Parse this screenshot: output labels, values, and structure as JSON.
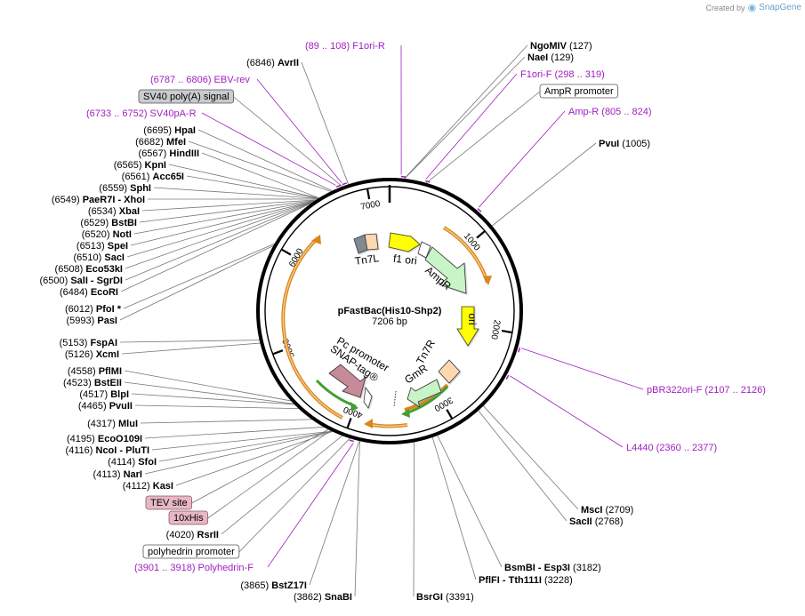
{
  "branding": {
    "created_by": "Created by",
    "logo_icon": "snapgene-logo-icon",
    "name": "SnapGene"
  },
  "plasmid": {
    "name": "pFastBac(His10-Shp2)",
    "size": "7206 bp",
    "length": 7206
  },
  "colors": {
    "primer": "#a020c0",
    "backbone": "#000000",
    "enzyme_line": "#777777",
    "orf_arrow": "#e09020",
    "f1ori": "#ffff00",
    "ampR": "#c8f5c8",
    "ori": "#ffff00",
    "gmR": "#c8f5c8",
    "snap_tag": "#c78a99",
    "tn7": "#ffd8b0",
    "sv40": "#808890",
    "green_dashed": "#40a030"
  },
  "tick_labels": [
    "1000",
    "2000",
    "3000",
    "4000",
    "5000",
    "6000",
    "7000"
  ],
  "enzymes": [
    {
      "pos": "(6846)",
      "name": "AvrII"
    },
    {
      "pos": "(127)",
      "name": "NgoMIV"
    },
    {
      "pos": "(129)",
      "name": "NaeI"
    },
    {
      "pos": "(1005)",
      "name": "PvuI"
    },
    {
      "pos": "(6695)",
      "name": "HpaI"
    },
    {
      "pos": "(6682)",
      "name": "MfeI"
    },
    {
      "pos": "(6567)",
      "name": "HindIII"
    },
    {
      "pos": "(6565)",
      "name": "KpnI"
    },
    {
      "pos": "(6561)",
      "name": "Acc65I"
    },
    {
      "pos": "(6559)",
      "name": "SphI"
    },
    {
      "pos": "(6549)",
      "name": "PaeR7I",
      "name2": "XhoI"
    },
    {
      "pos": "(6534)",
      "name": "XbaI"
    },
    {
      "pos": "(6529)",
      "name": "BstBI"
    },
    {
      "pos": "(6520)",
      "name": "NotI"
    },
    {
      "pos": "(6513)",
      "name": "SpeI"
    },
    {
      "pos": "(6510)",
      "name": "SacI"
    },
    {
      "pos": "(6508)",
      "name": "Eco53kI"
    },
    {
      "pos": "(6500)",
      "name": "SalI",
      "name2": "SgrDI"
    },
    {
      "pos": "(6484)",
      "name": "EcoRI"
    },
    {
      "pos": "(6012)",
      "name": "PfoI",
      "suffix": "*"
    },
    {
      "pos": "(5993)",
      "name": "PasI"
    },
    {
      "pos": "(5153)",
      "name": "FspAI"
    },
    {
      "pos": "(5126)",
      "name": "XcmI"
    },
    {
      "pos": "(4558)",
      "name": "PflMI"
    },
    {
      "pos": "(4523)",
      "name": "BstEII"
    },
    {
      "pos": "(4517)",
      "name": "BlpI"
    },
    {
      "pos": "(4465)",
      "name": "PvuII"
    },
    {
      "pos": "(4317)",
      "name": "MluI"
    },
    {
      "pos": "(4195)",
      "name": "EcoO109I"
    },
    {
      "pos": "(4116)",
      "name": "NcoI",
      "name2": "PluTI"
    },
    {
      "pos": "(4114)",
      "name": "SfoI"
    },
    {
      "pos": "(4113)",
      "name": "NarI"
    },
    {
      "pos": "(4112)",
      "name": "KasI"
    },
    {
      "pos": "(4020)",
      "name": "RsrII"
    },
    {
      "pos": "(3865)",
      "name": "BstZ17I"
    },
    {
      "pos": "(3862)",
      "name": "SnaBI"
    },
    {
      "pos": "(3391)",
      "name": "BsrGI"
    },
    {
      "pos": "(3182)",
      "name": "BsmBI",
      "name2": "Esp3I"
    },
    {
      "pos": "(3228)",
      "name": "PflFI",
      "name2": "Tth111I"
    },
    {
      "pos": "(2709)",
      "name": "MscI"
    },
    {
      "pos": "(2768)",
      "name": "SacII"
    }
  ],
  "primers": [
    {
      "text": "(89 .. 108)  F1ori-R"
    },
    {
      "text": "(6787 .. 6806)  EBV-rev"
    },
    {
      "text": "(6733 .. 6752)  SV40pA-R"
    },
    {
      "text": "F1ori-F   (298 .. 319)"
    },
    {
      "text": "Amp-R   (805 .. 824)"
    },
    {
      "text": "pBR322ori-F   (2107 .. 2126)"
    },
    {
      "text": "L4440   (2360 .. 2377)"
    },
    {
      "text": "(3901 .. 3918)  Polyhedrin-F"
    }
  ],
  "feature_boxes": [
    {
      "text": "SV40 poly(A) signal",
      "style": "gray"
    },
    {
      "text": "AmpR promoter",
      "style": "white"
    },
    {
      "text": "TEV site",
      "style": "pink"
    },
    {
      "text": "10xHis",
      "style": "pink"
    },
    {
      "text": "polyhedrin promoter",
      "style": "white"
    }
  ],
  "feature_labels": [
    "Tn7L",
    "f1 ori",
    "AmpR",
    "ori",
    "Tn7R",
    "GmR",
    "Pc promoter",
    "SNAP-tag®"
  ]
}
